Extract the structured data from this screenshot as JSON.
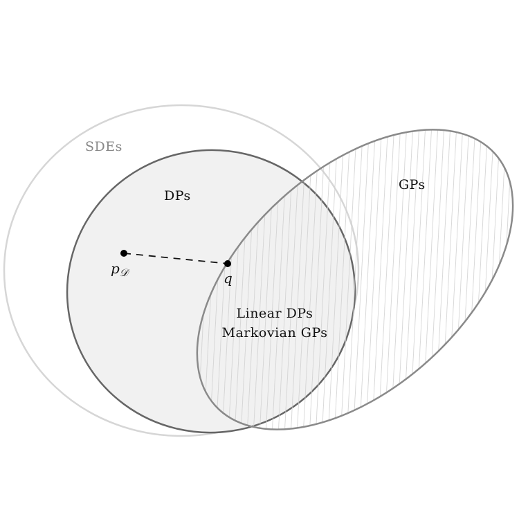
{
  "sets": {
    "sdes": {
      "label": "SDEs"
    },
    "dps": {
      "label": "DPs"
    },
    "gps": {
      "label": "GPs"
    },
    "intersection": {
      "line1": "Linear DPs",
      "line2": "Markovian GPs"
    }
  },
  "points": {
    "p": {
      "symbol": "p",
      "subscript": "𝒟"
    },
    "q": {
      "symbol": "q"
    }
  },
  "colors": {
    "sdes_stroke": "#d6d6d6",
    "dps_fill": "#f1f1f1",
    "dps_stroke": "#666666",
    "gps_stroke": "#8a8a8a",
    "hatch": "#d0d0d0",
    "sdes_label": "#888888"
  }
}
